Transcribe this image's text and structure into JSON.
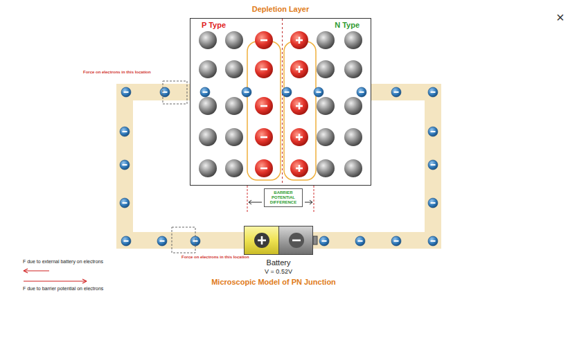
{
  "diagram": {
    "caption": "Microscopic Model of PN Junction",
    "nodes": [
      {
        "text": [
          "Depletion Layer",
          "P Type",
          "N Type"
        ]
      },
      {
        "text": [
          "BARRIER POTENTIAL DIFFERENCE"
        ]
      },
      {
        "text": [
          "Battery",
          "V = 0.52V"
        ]
      }
    ],
    "edges": [
      {
        "from": 2,
        "to": 0,
        "arrow": "none"
      },
      {
        "from": 2,
        "to": 0,
        "arrow": "none"
      }
    ],
    "labels": [
      "Force on electrons in this location",
      "Force on electrons in this location",
      "×"
    ],
    "legend": [
      {
        "text": "F due to external battery on electrons"
      },
      {
        "text": "F due to barrier potential on electrons"
      }
    ]
  }
}
